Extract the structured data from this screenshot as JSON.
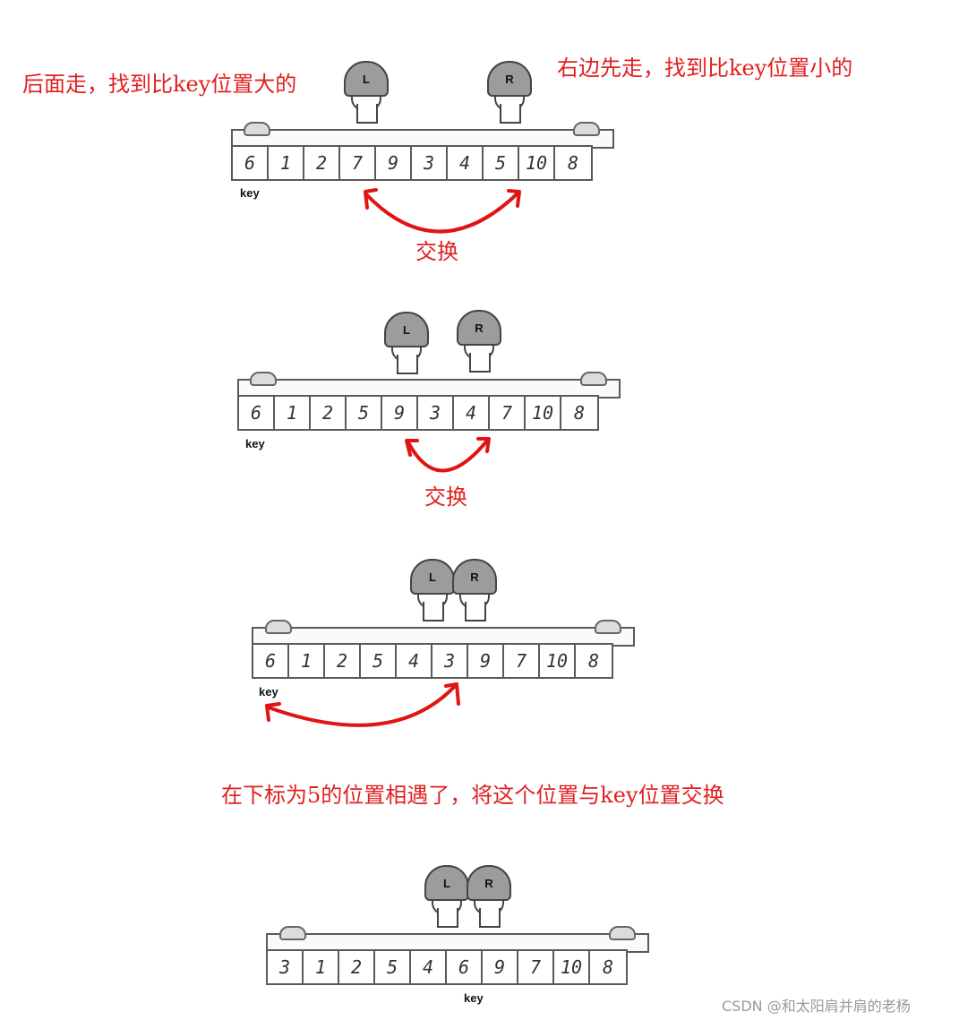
{
  "colors": {
    "annotation": "#e02020",
    "arrow": "#e01414",
    "watermark": "#9a9a9a"
  },
  "notes": {
    "left_rule": "后面走，找到比key位置大的",
    "right_rule": "右边先走，找到比key位置小的",
    "swap": "交换",
    "meet": "在下标为5的位置相遇了，将这个位置与key位置交换"
  },
  "markers": {
    "left": "L",
    "right": "R",
    "key": "key"
  },
  "steps": [
    {
      "values": [
        "6",
        "1",
        "2",
        "7",
        "9",
        "3",
        "4",
        "5",
        "10",
        "8"
      ]
    },
    {
      "values": [
        "6",
        "1",
        "2",
        "5",
        "9",
        "3",
        "4",
        "7",
        "10",
        "8"
      ]
    },
    {
      "values": [
        "6",
        "1",
        "2",
        "5",
        "4",
        "3",
        "9",
        "7",
        "10",
        "8"
      ]
    },
    {
      "values": [
        "3",
        "1",
        "2",
        "5",
        "4",
        "6",
        "9",
        "7",
        "10",
        "8"
      ]
    }
  ],
  "watermark": "CSDN @和太阳肩并肩的老杨"
}
